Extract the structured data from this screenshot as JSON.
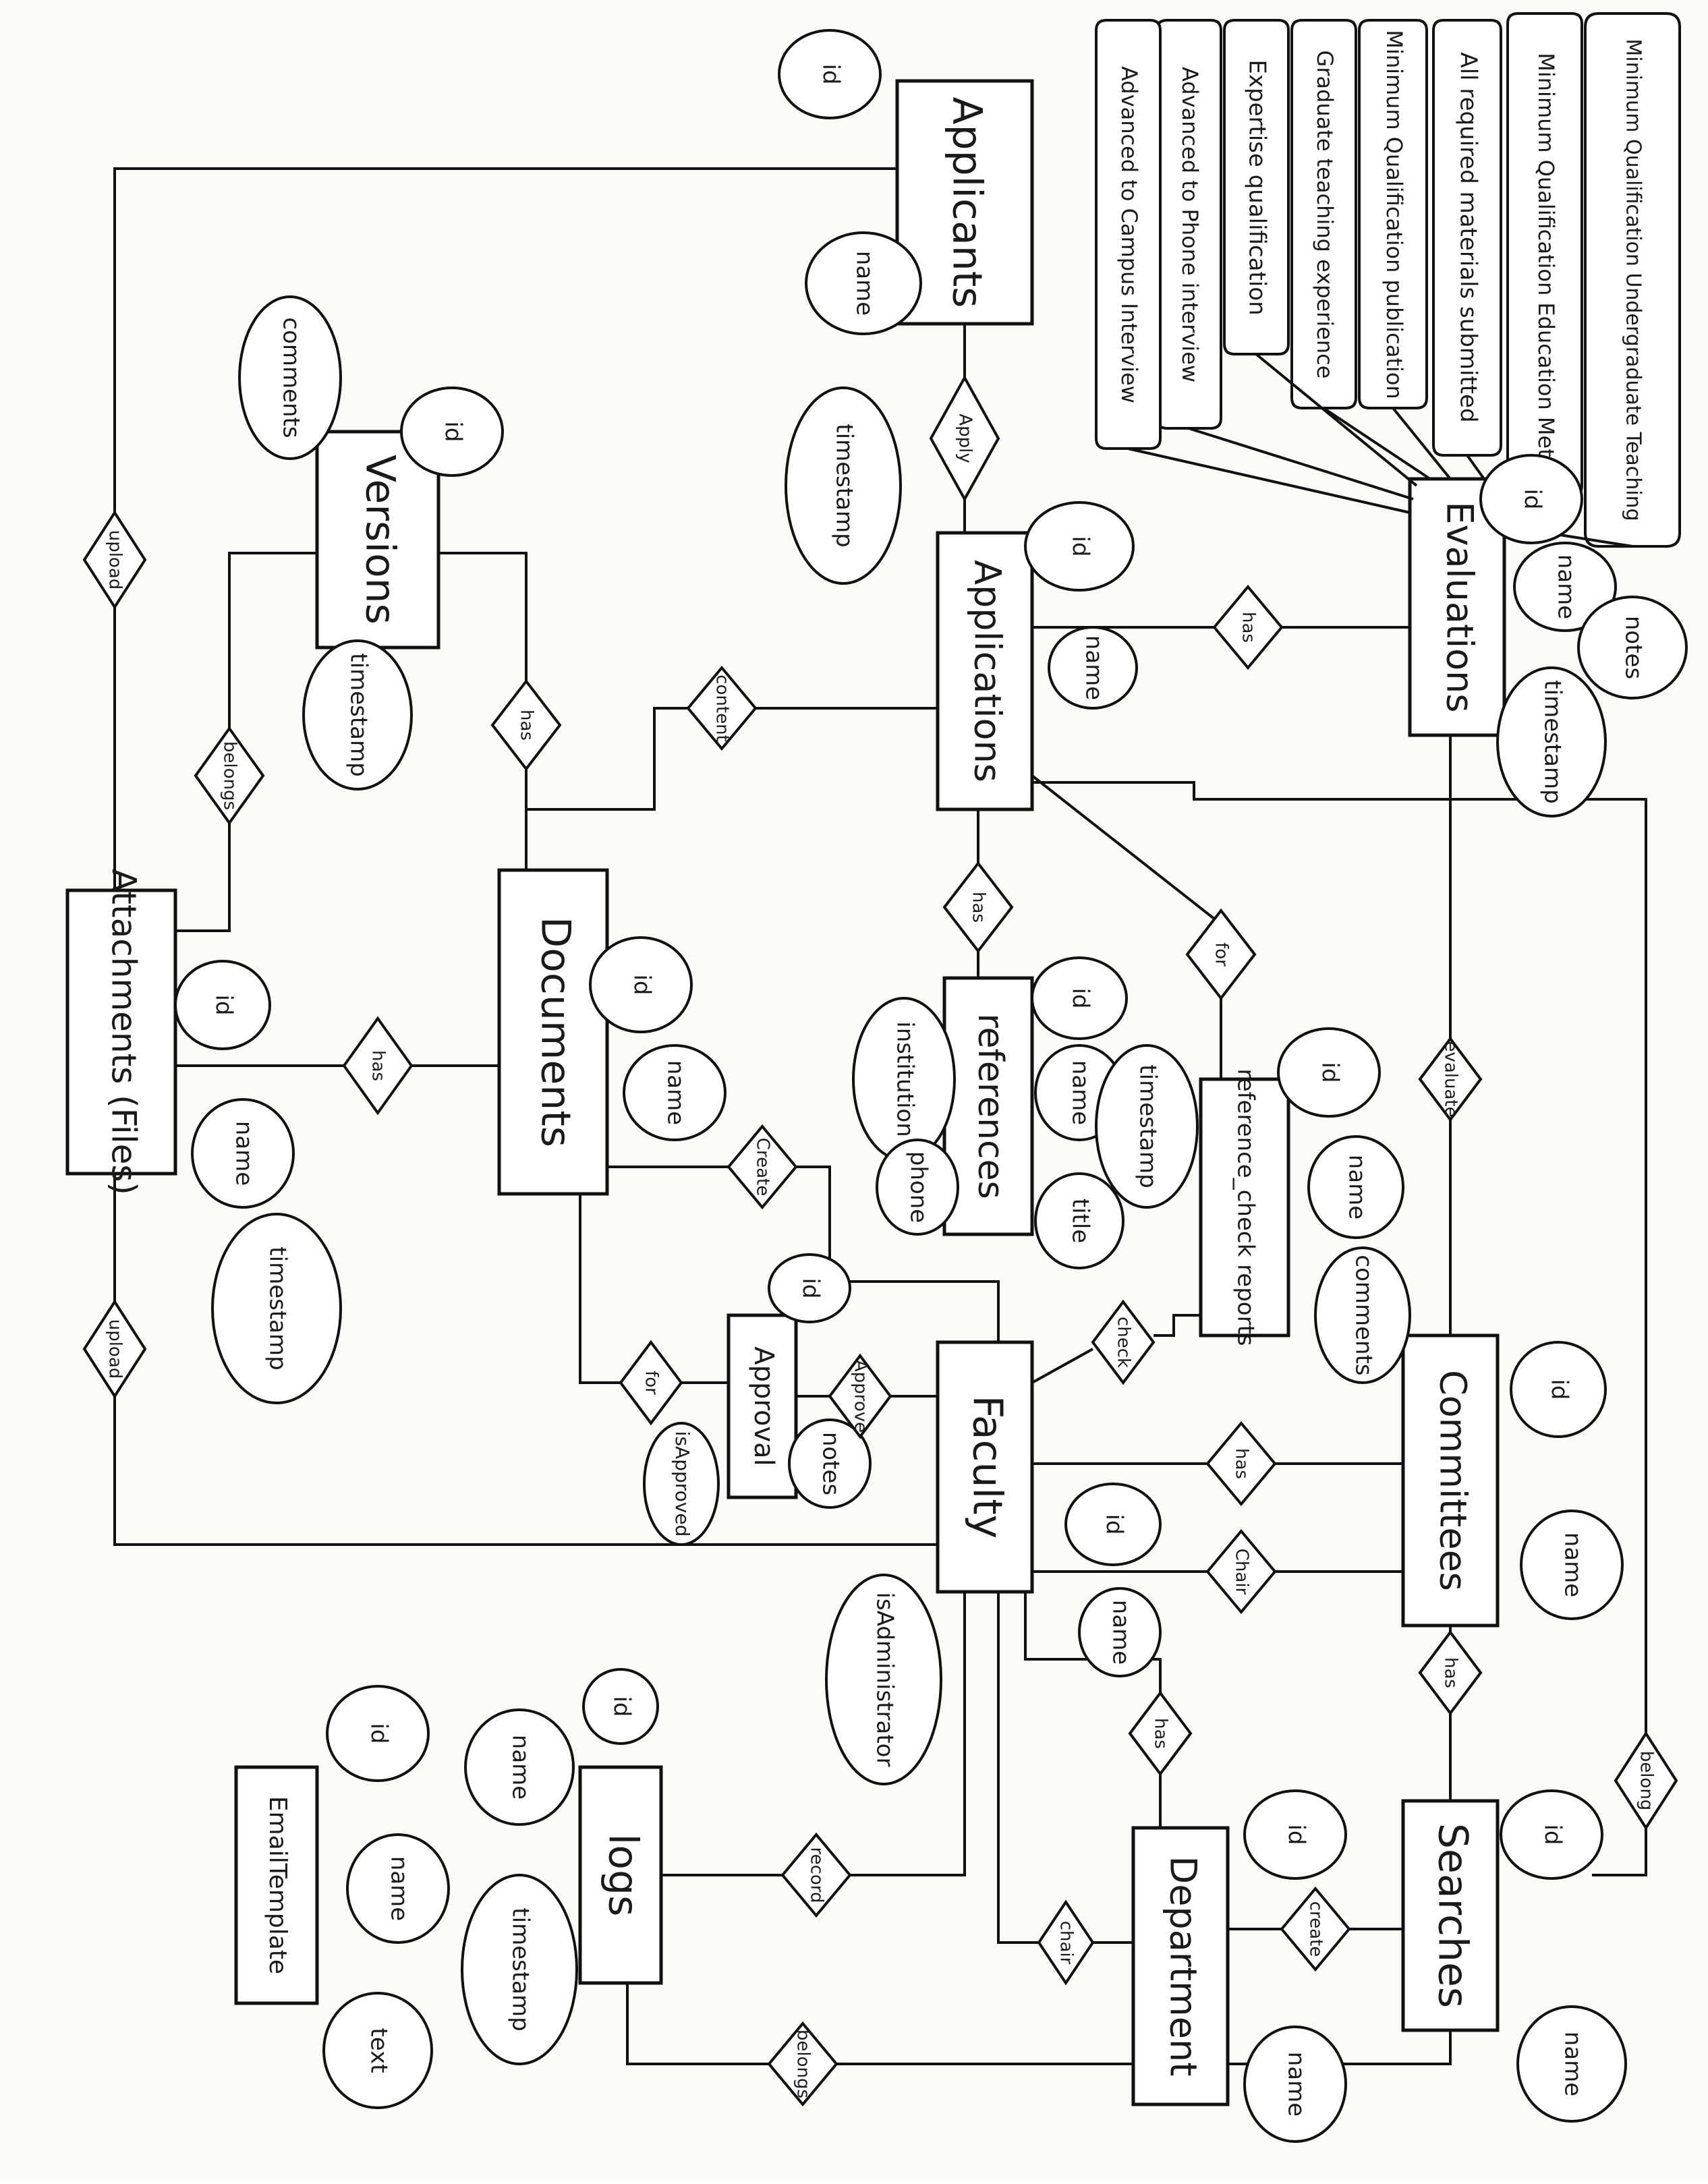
{
  "entities": {
    "applicants": "Applicants",
    "applications": "Applications",
    "evaluations": "Evaluations",
    "versions": "Versions",
    "documents": "Documents",
    "attachments": "Attachments (Files)",
    "references": "references",
    "reference_check_reports": "reference_check reports",
    "approval": "Approval",
    "faculty": "Faculty",
    "committees": "Committees",
    "searches": "Searches",
    "department": "Department",
    "logs": "logs",
    "email_template": "EmailTemplate"
  },
  "attributes": {
    "applicants": [
      "id",
      "name"
    ],
    "applications": [
      "id",
      "name",
      "timestamp"
    ],
    "evaluations": [
      "id",
      "name",
      "notes",
      "timestamp"
    ],
    "versions": [
      "id",
      "comments",
      "timestamp"
    ],
    "documents": [
      "id",
      "name"
    ],
    "attachments": [
      "id",
      "name",
      "timestamp"
    ],
    "references": [
      "id",
      "name",
      "institution",
      "phone",
      "title"
    ],
    "reference_check_reports": [
      "id",
      "name",
      "timestamp",
      "comments"
    ],
    "approval": [
      "id",
      "notes",
      "isApproved"
    ],
    "faculty": [
      "id",
      "name",
      "isAdministrator"
    ],
    "committees": [
      "id",
      "name"
    ],
    "searches": [
      "id",
      "name"
    ],
    "department": [
      "id",
      "name"
    ],
    "logs": [
      "id",
      "name",
      "timestamp"
    ],
    "email_template": [
      "id",
      "name",
      "text"
    ]
  },
  "relationships": {
    "apply": "Apply",
    "app_has_eval": "has",
    "content": "content",
    "belongs": "belongs",
    "ver_has": "has",
    "att_has_doc": "has",
    "upload_top": "upload",
    "upload_bottom": "upload",
    "app_has_ref": "has",
    "for_ref": "for",
    "create": "Create",
    "check": "check",
    "for_approval": "for",
    "approve": "Approve",
    "evaluate": "evaluate",
    "fac_has_com": "has",
    "chair_com": "Chair",
    "com_has_search": "has",
    "belong_search": "belong",
    "fac_has_dept": "has",
    "chair_dept": "chair",
    "create_search": "create",
    "record": "record",
    "belongs_logs": "belongs"
  },
  "criteria": [
    "Minimum Qualification Undergraduate Teaching",
    "Minimum Qualification Education Met",
    "All required materials submitted",
    "Minimum Qualification publication",
    "Graduate teaching experience",
    "Expertise qualification",
    "Advanced to Phone interview",
    "Advanced to Campus Interview"
  ]
}
